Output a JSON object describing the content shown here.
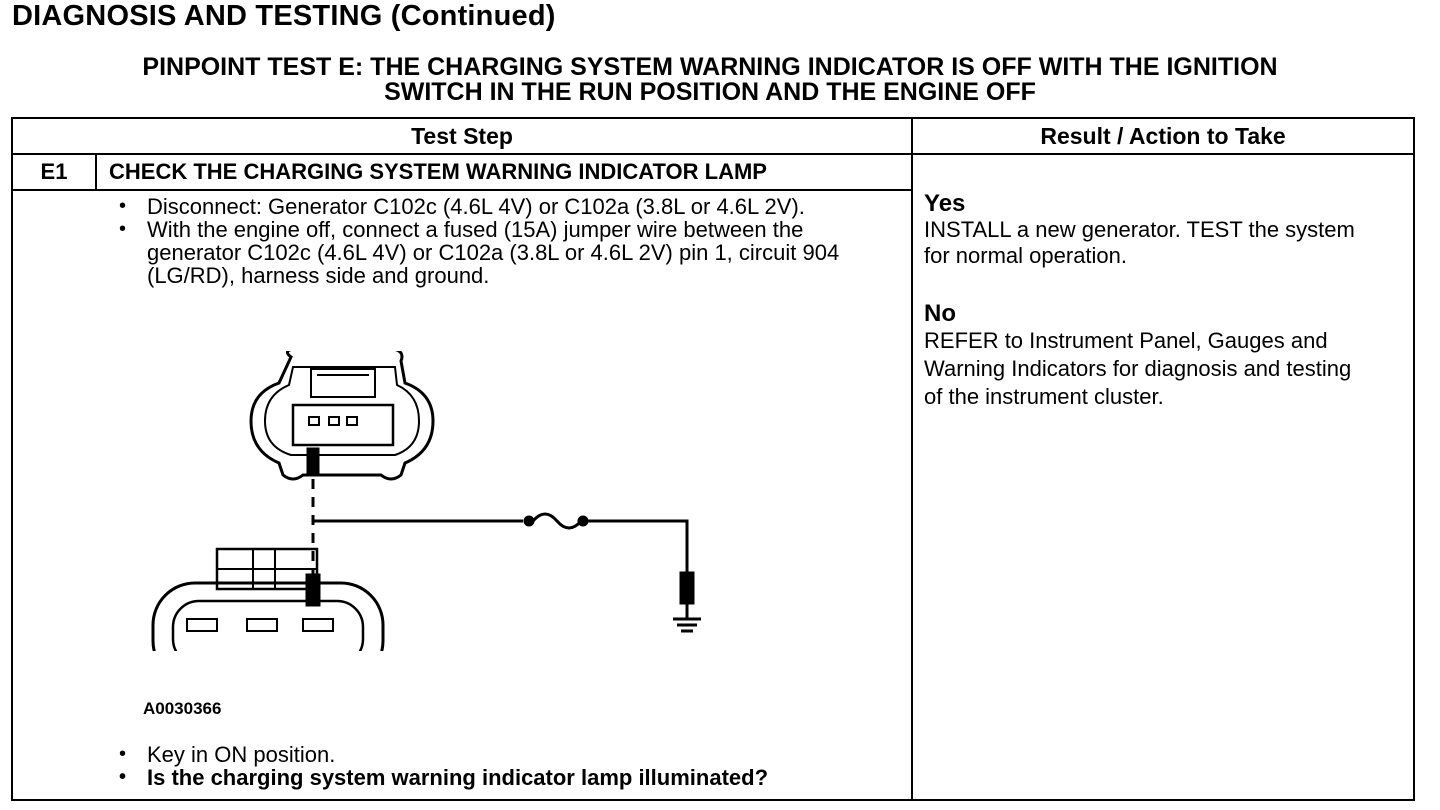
{
  "page_title": "DIAGNOSIS AND TESTING (Continued)",
  "test_title_line1": "PINPOINT TEST  E: THE CHARGING SYSTEM WARNING INDICATOR IS OFF WITH THE IGNITION",
  "test_title_line2": "SWITCH IN THE RUN POSITION AND THE ENGINE OFF",
  "table": {
    "col_test_step": "Test Step",
    "col_result": "Result / Action to Take"
  },
  "step": {
    "id": "E1",
    "title": "CHECK THE CHARGING SYSTEM WARNING INDICATOR LAMP",
    "bullets_top": [
      "Disconnect: Generator C102c (4.6L 4V) or C102a (3.8L or 4.6L 2V).",
      "With the engine off, connect a fused (15A) jumper wire between the generator C102c (4.6L 4V) or C102a (3.8L or 4.6L 2V) pin 1, circuit 904 (LG/RD), harness side and ground."
    ],
    "figure_id": "A0030366",
    "bullets_bottom": [
      "Key in ON position.",
      "Is the charging system warning indicator lamp illuminated?"
    ]
  },
  "results": {
    "yes_label": "Yes",
    "yes_text": "INSTALL a new generator. TEST the system for normal operation.",
    "no_label": "No",
    "no_text": "REFER to Instrument Panel, Gauges and Warning Indicators for diagnosis and testing of the instrument cluster."
  }
}
